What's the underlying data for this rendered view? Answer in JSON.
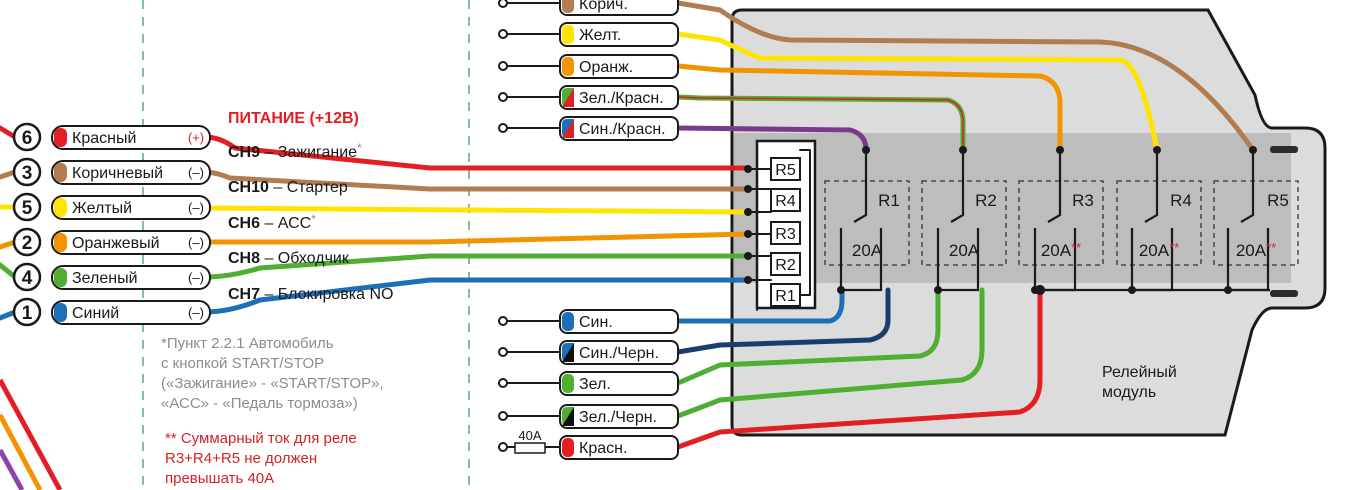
{
  "colors": {
    "red": "#e31e24",
    "brown": "#b07d52",
    "yellow": "#ffe400",
    "orange": "#f29400",
    "green": "#4fae33",
    "blue": "#1d70b7",
    "dark_blue": "#1b3d6e",
    "gray_module": "#d9d9d9",
    "gray_band": "#bfbfbf",
    "note_gray": "#8c8c8c",
    "note_red": "#d2232a"
  },
  "left_harness": [
    {
      "num": "6",
      "label": "Красный",
      "sign": "(+)",
      "color": "red"
    },
    {
      "num": "3",
      "label": "Коричневый",
      "sign": "(–)",
      "color": "brown"
    },
    {
      "num": "5",
      "label": "Желтый",
      "sign": "(–)",
      "color": "yellow"
    },
    {
      "num": "2",
      "label": "Оранжевый",
      "sign": "(–)",
      "color": "orange"
    },
    {
      "num": "4",
      "label": "Зеленый",
      "sign": "(–)",
      "color": "green"
    },
    {
      "num": "1",
      "label": "Синий",
      "sign": "(–)",
      "color": "blue"
    }
  ],
  "channels": {
    "power": "ПИТАНИЕ (+12В)",
    "ch9_code": "CH9",
    "ch9_text": " – Зажигание",
    "ch9_star": "*",
    "ch10_code": "CH10",
    "ch10_text": " – Стартер",
    "ch6_code": "CH6",
    "ch6_text": " – АСС",
    "ch6_star": "*",
    "ch8_code": "CH8",
    "ch8_text": " – Обходчик",
    "ch7_code": "CH7",
    "ch7_text": " – Блокировка NO"
  },
  "top_wires": [
    "Корич.",
    "Желт.",
    "Оранж.",
    "Зел./Красн.",
    "Син./Красн."
  ],
  "bottom_wires": [
    "Син.",
    "Син./Черн.",
    "Зел.",
    "Зел./Черн.",
    "Красн."
  ],
  "fuse_label": "40A",
  "input_relays": [
    "R5",
    "R4",
    "R3",
    "R2",
    "R1"
  ],
  "relays": [
    {
      "name": "R1",
      "rating": "20A",
      "mark": ""
    },
    {
      "name": "R2",
      "rating": "20A",
      "mark": ""
    },
    {
      "name": "R3",
      "rating": "20A",
      "mark": "**"
    },
    {
      "name": "R4",
      "rating": "20A",
      "mark": "**"
    },
    {
      "name": "R5",
      "rating": "20A",
      "mark": "**"
    }
  ],
  "module_label": [
    "Релейный",
    "модуль"
  ],
  "note_gray": [
    "*Пункт 2.2.1 Автомобиль",
    "с кнопкой START/STOP",
    "(«Зажигание» - «START/STOP»,",
    "«АСС» - «Педаль тормоза»)"
  ],
  "note_red": [
    "** Суммарный ток для реле",
    "R3+R4+R5 не должен",
    "превышать 40А"
  ]
}
